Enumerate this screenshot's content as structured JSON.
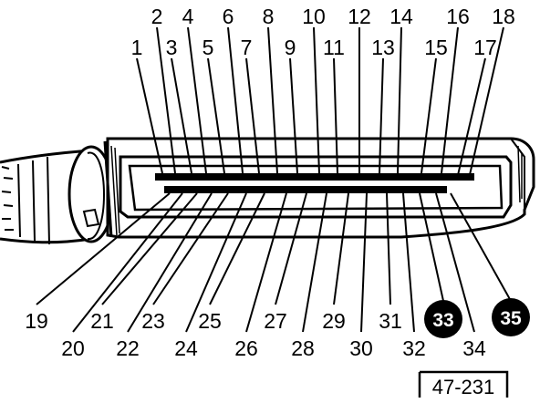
{
  "top_labels": [
    "2",
    "4",
    "6",
    "8",
    "10",
    "12",
    "14",
    "16",
    "18"
  ],
  "upper_labels": [
    "1",
    "3",
    "5",
    "7",
    "9",
    "11",
    "13",
    "15",
    "17"
  ],
  "bottom_row_a": [
    "19",
    "21",
    "23",
    "25",
    "27",
    "29",
    "31",
    "33",
    "35"
  ],
  "bottom_row_b": [
    "20",
    "22",
    "24",
    "26",
    "28",
    "30",
    "32",
    "34"
  ],
  "highlighted_pins": [
    "33",
    "35"
  ],
  "figure_ref": "47-231",
  "colors": {
    "ink": "#000000",
    "paper": "#ffffff"
  }
}
